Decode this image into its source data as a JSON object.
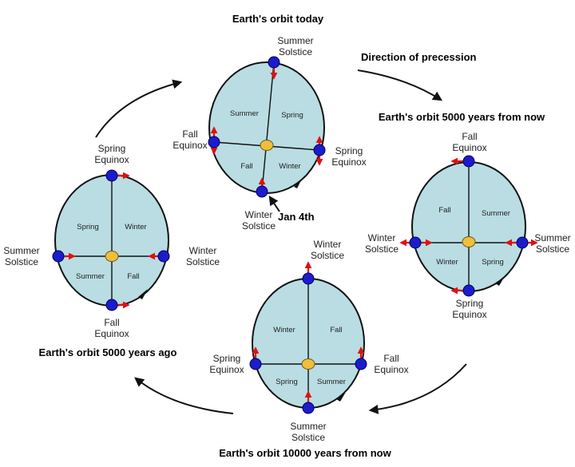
{
  "colors": {
    "orbit_fill": "#b9dde3",
    "sun": "#f0be3c",
    "planet": "#1c1ccc",
    "precession_arrow": "#e01010"
  },
  "titles": {
    "today": "Earth's orbit today",
    "direction": "Direction of precession",
    "plus5000": "Earth's orbit 5000 years from now",
    "minus5000": "Earth's orbit 5000 years ago",
    "plus10000": "Earth's orbit 10000 years from now"
  },
  "orbit_today": {
    "top": [
      "Summer",
      "Solstice"
    ],
    "left": [
      "Fall",
      "Equinox"
    ],
    "right": [
      "Spring",
      "Equinox"
    ],
    "bottom": [
      "Winter",
      "Solstice"
    ],
    "q_tl": "Summer",
    "q_tr": "Spring",
    "q_bl": "Fall",
    "q_br": "Winter",
    "perihelion": "Jan 4th"
  },
  "orbit_plus5000": {
    "top": [
      "Fall",
      "Equinox"
    ],
    "left": [
      "Winter",
      "Solstice"
    ],
    "right": [
      "Summer",
      "Solstice"
    ],
    "bottom": [
      "Spring",
      "Equinox"
    ],
    "q_tl": "Fall",
    "q_tr": "Summer",
    "q_bl": "Winter",
    "q_br": "Spring"
  },
  "orbit_minus5000": {
    "top": [
      "Spring",
      "Equinox"
    ],
    "left": [
      "Summer",
      "Solstice"
    ],
    "right": [
      "Winter",
      "Solstice"
    ],
    "bottom": [
      "Fall",
      "Equinox"
    ],
    "q_tl": "Spring",
    "q_tr": "Winter",
    "q_bl": "Summer",
    "q_br": "Fall"
  },
  "orbit_plus10000": {
    "top": [
      "Winter",
      "Solstice"
    ],
    "left": [
      "Spring",
      "Equinox"
    ],
    "right": [
      "Fall",
      "Equinox"
    ],
    "bottom": [
      "Summer",
      "Solstice"
    ],
    "q_tl": "Winter",
    "q_tr": "Fall",
    "q_bl": "Spring",
    "q_br": "Summer"
  }
}
